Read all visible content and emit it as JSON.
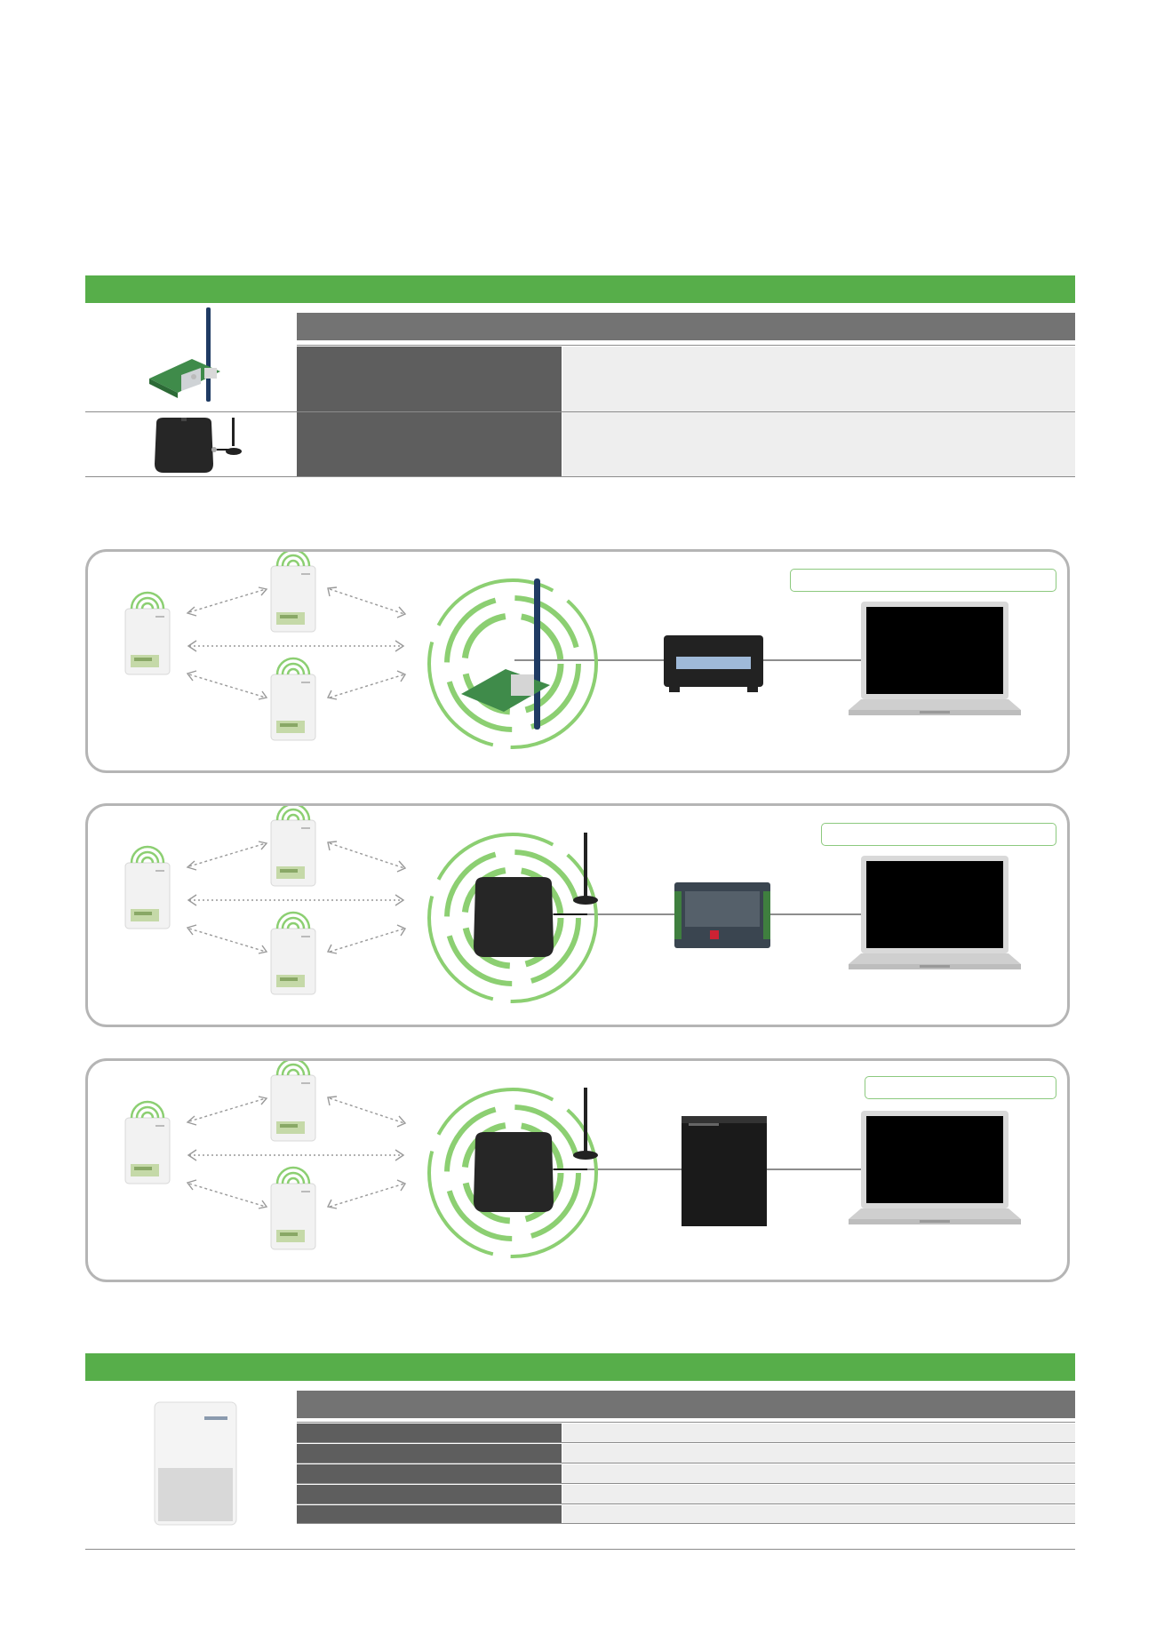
{
  "colors": {
    "brand_green": "#57ae4a",
    "header_gray": "#737373",
    "cell_dark": "#5e5e5e",
    "cell_light": "#eeeeee",
    "panel_border": "#b5b5b5"
  },
  "icons": [
    "antenna-card-icon",
    "receiver-hub-icon",
    "thermostat-icon",
    "controller-icon",
    "laptop-icon",
    "wall-sensor-icon"
  ],
  "network_panels": [
    {
      "label": "",
      "receiver": "antenna-card",
      "controller": "din-rail-controller"
    },
    {
      "label": "",
      "receiver": "hub",
      "controller": "board-controller"
    },
    {
      "label": "",
      "receiver": "hub",
      "controller": "enclosure-controller"
    }
  ]
}
